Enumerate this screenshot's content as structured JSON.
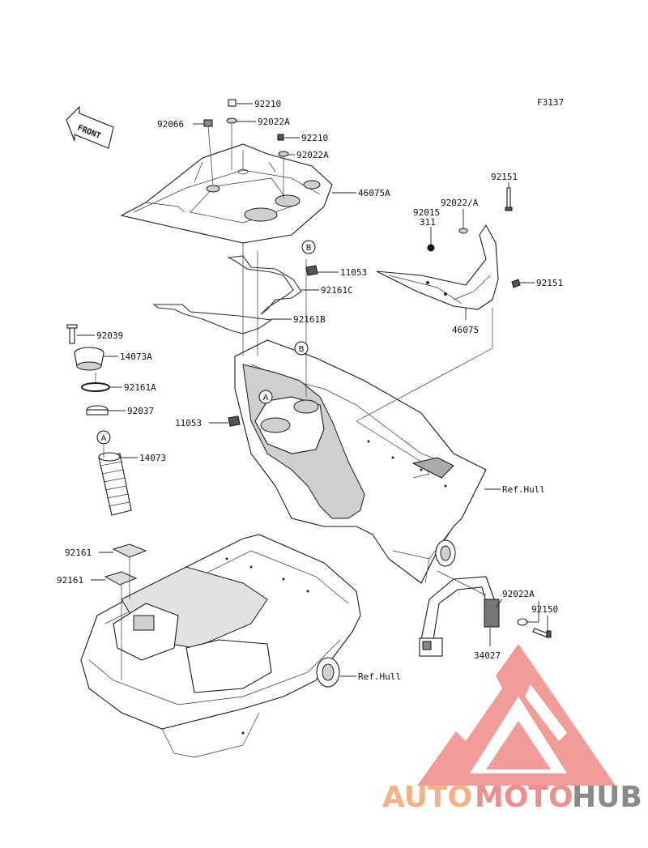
{
  "figure_code": "F3137",
  "front_label": "FRONT",
  "callouts": {
    "A": "A",
    "B": "B"
  },
  "parts": {
    "p92210_top": "92210",
    "p92066": "92066",
    "p92022A_top": "92022A",
    "p92210_2": "92210",
    "p92022A_2": "92022A",
    "p46075A": "46075A",
    "p92151_top": "92151",
    "p92022_A": "92022/A",
    "p92015": "92015",
    "p311": "311",
    "p11053_right": "11053",
    "p92161C": "92161C",
    "p92151_right": "92151",
    "p92161B": "92161B",
    "p46075": "46075",
    "p92039": "92039",
    "p14073A": "14073A",
    "p92161A": "92161A",
    "p92037": "92037",
    "p11053_left": "11053",
    "p14073": "14073",
    "ref_hull_1": "Ref.Hull",
    "p92161_1": "92161",
    "p92161_2": "92161",
    "p92022A_bottom": "92022A",
    "p92150": "92150",
    "p34027": "34027",
    "ref_hull_2": "Ref.Hull"
  },
  "watermark": {
    "part1": "AUTO",
    "part2": "MOTO",
    "part3": "HUB",
    "colors": {
      "orange": "#f4b183",
      "red": "#ee8f8f",
      "grey": "#8a8a8a",
      "logo": "#f08a8a"
    }
  }
}
